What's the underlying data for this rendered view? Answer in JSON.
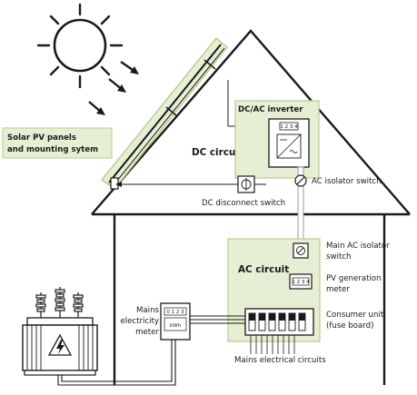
{
  "colors": {
    "line": "#1a1a1a",
    "green_fill": "#e6efd3",
    "green_stroke": "#b9cc8f",
    "wire": "#9a9a9a",
    "wire_fill": "#ffffff",
    "panel_fill": "#eef4e1"
  },
  "labels": {
    "solar_panels": [
      "Solar PV panels",
      "and mounting sytem"
    ],
    "dc_circuit": "DC circuit",
    "inverter": "DC/AC inverter",
    "inverter_display": "1 2 3 4",
    "dc_disconnect": "DC disconnect switch",
    "ac_isolator": "AC isolator switch",
    "main_ac_isolator": [
      "Main AC isolator",
      "switch"
    ],
    "ac_circuit": "AC circuit",
    "pv_meter": [
      "PV generation",
      "meter"
    ],
    "pv_meter_display": "1 2 3 4",
    "consumer_unit": [
      "Consumer unit",
      "(fuse board)"
    ],
    "mains_meter": [
      "Mains",
      "electricity",
      "meter"
    ],
    "mains_meter_display": "0 1 2 3",
    "kwh": "kWh",
    "mains_circuits": "Mains electrical circuits"
  },
  "icons": [
    "sun-icon",
    "sunray-arrow-icon",
    "transformer-icon",
    "lightning-icon",
    "switch-icon",
    "fuse-icon"
  ]
}
